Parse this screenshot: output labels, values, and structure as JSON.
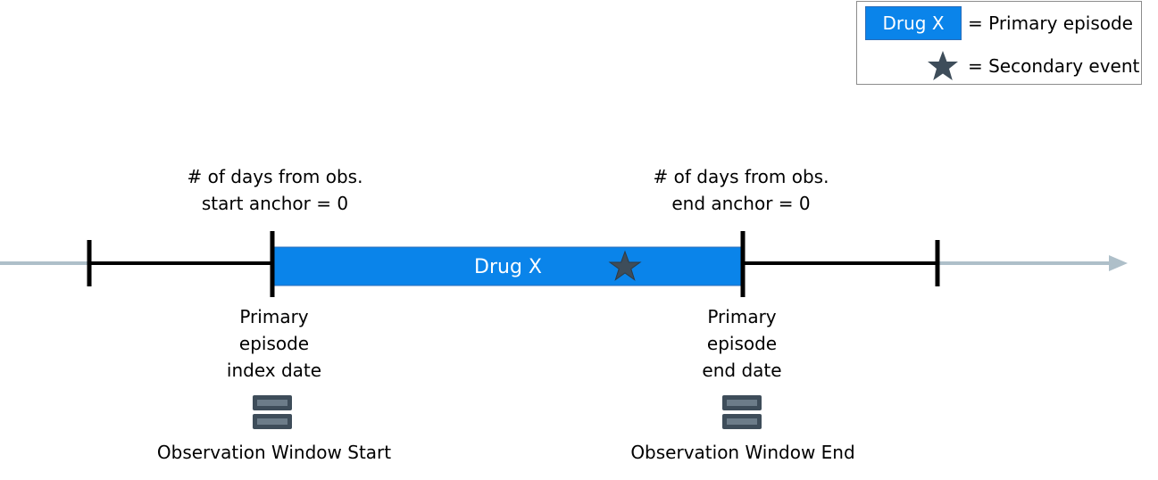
{
  "legend": {
    "swatch_label": "Drug X",
    "primary_text": "= Primary episode",
    "secondary_text": "= Secondary event",
    "primary_color": "#0a84ea",
    "star_color": "#3e4d5a"
  },
  "timeline": {
    "bar_label": "Drug X",
    "axis_color": "#aebfc9",
    "tick_color": "#000000"
  },
  "labels": {
    "start_anchor_line1": "# of days from obs.",
    "start_anchor_line2": "start anchor = 0",
    "end_anchor_line1": "# of days from obs.",
    "end_anchor_line2": "end anchor = 0",
    "index_date_line1": "Primary",
    "index_date_line2": "episode",
    "index_date_line3": "index date",
    "end_date_line1": "Primary",
    "end_date_line2": "episode",
    "end_date_line3": "end date",
    "obs_start": "Observation Window Start",
    "obs_end": "Observation Window End"
  },
  "icons": {
    "star": "star-icon",
    "database": "database-icon"
  }
}
